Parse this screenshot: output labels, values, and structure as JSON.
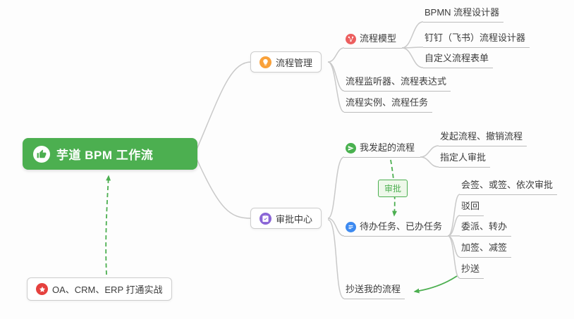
{
  "root": {
    "label": "芋道 BPM 工作流"
  },
  "practice": {
    "label": "OA、CRM、ERP 打通实战"
  },
  "process_management": {
    "label": "流程管理",
    "model": {
      "label": "流程模型"
    },
    "model_children": [
      {
        "label": "BPMN 流程设计器"
      },
      {
        "label": "钉钉（飞书）流程设计器"
      },
      {
        "label": "自定义流程表单"
      }
    ],
    "listener": {
      "label": "流程监听器、流程表达式"
    },
    "instance": {
      "label": "流程实例、流程任务"
    }
  },
  "approval_center": {
    "label": "审批中心",
    "my_started": {
      "label": "我发起的流程"
    },
    "my_started_children": [
      {
        "label": "发起流程、撤销流程"
      },
      {
        "label": "指定人审批"
      }
    ],
    "todo": {
      "label": "待办任务、已办任务"
    },
    "todo_children": [
      {
        "label": "会签、或签、依次审批"
      },
      {
        "label": "驳回"
      },
      {
        "label": "委派、转办"
      },
      {
        "label": "加签、减签"
      },
      {
        "label": "抄送"
      }
    ],
    "cc_me": {
      "label": "抄送我的流程"
    }
  },
  "relation": {
    "label": "审批"
  },
  "colors": {
    "root_bg": "#4caf50",
    "edge_gray": "#c9c9c9",
    "underline_gray": "#bcbcbc",
    "arrow_green": "#4caf50",
    "icon_orange": "#f9a13a",
    "icon_purple": "#8a65d6",
    "icon_red": "#ec5f5f",
    "icon_green": "#49b14f",
    "icon_blue": "#3d8af0",
    "icon_star_red": "#e5413e",
    "label_green_bg": "#eef8ea",
    "text_dark": "#3c3c3c"
  }
}
